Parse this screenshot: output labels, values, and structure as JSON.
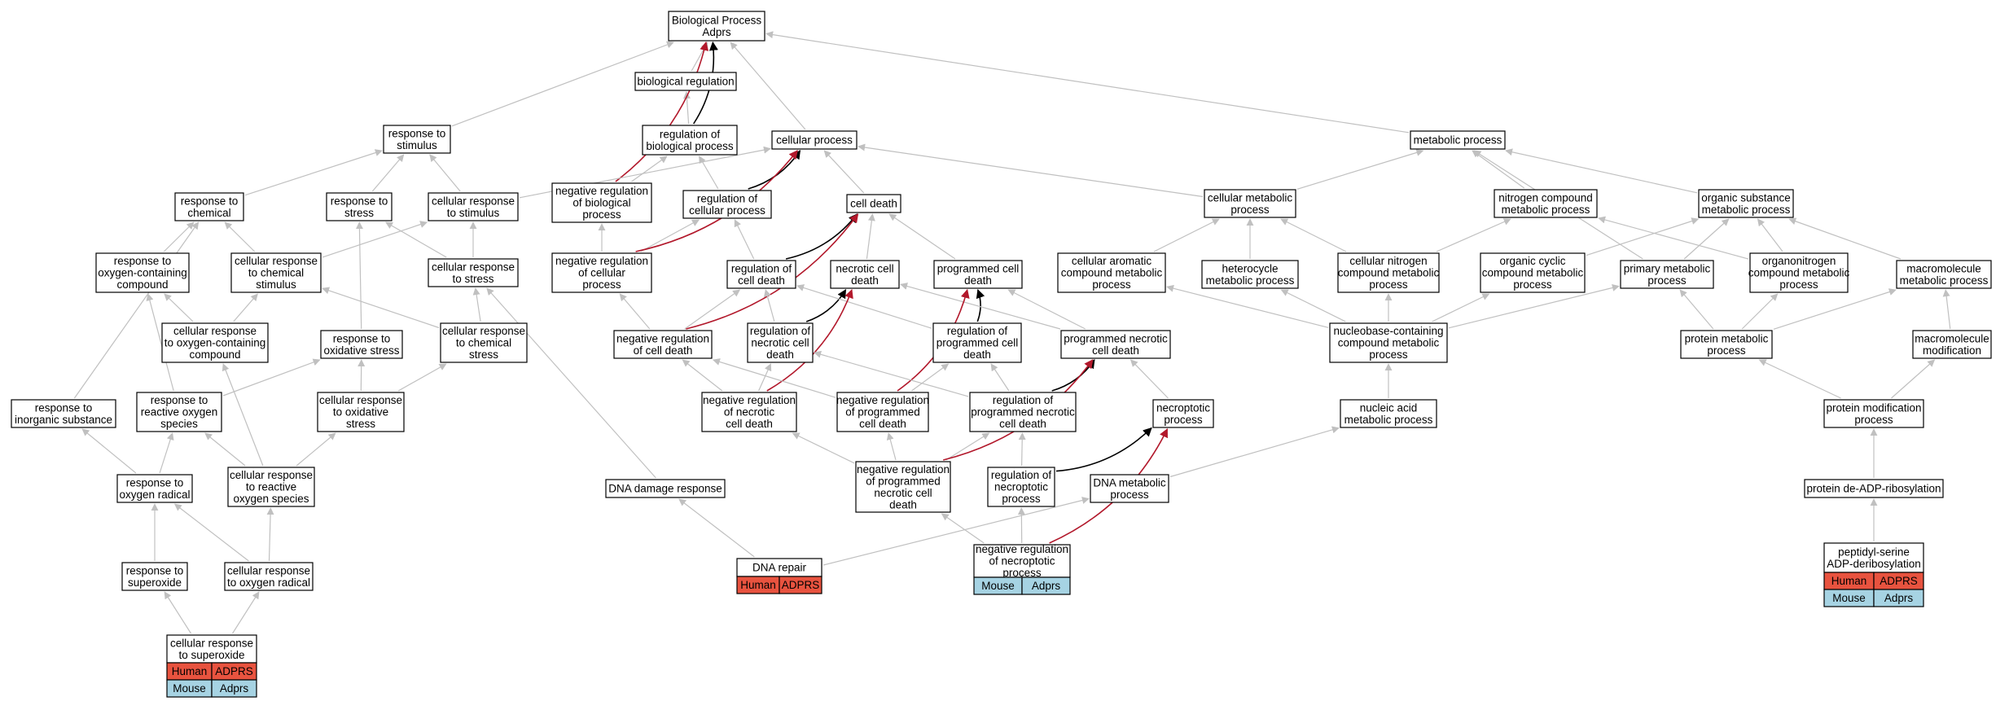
{
  "nodes": {
    "bp": [
      "Biological Process",
      "Adprs"
    ],
    "bio_reg": [
      "biological regulation"
    ],
    "reg_bp": [
      "regulation of",
      "biological process"
    ],
    "cellular_process": [
      "cellular process"
    ],
    "metabolic_process": [
      "metabolic process"
    ],
    "response_stimulus": [
      "response to",
      "stimulus"
    ],
    "response_chemical": [
      "response to",
      "chemical"
    ],
    "response_stress": [
      "response to",
      "stress"
    ],
    "cell_resp_stimulus": [
      "cellular response",
      "to stimulus"
    ],
    "neg_reg_bp": [
      "negative regulation",
      "of biological",
      "process"
    ],
    "reg_cellular_process": [
      "regulation of",
      "cellular process"
    ],
    "cell_death": [
      "cell death"
    ],
    "cellular_metabolic": [
      "cellular metabolic",
      "process"
    ],
    "nitrogen_compound": [
      "nitrogen compound",
      "metabolic process"
    ],
    "organic_substance": [
      "organic substance",
      "metabolic process"
    ],
    "resp_oxygen_compound": [
      "response to",
      "oxygen-containing",
      "compound"
    ],
    "cell_resp_chem_stimulus": [
      "cellular response",
      "to chemical",
      "stimulus"
    ],
    "cell_resp_stress": [
      "cellular response",
      "to stress"
    ],
    "neg_reg_cellular_process": [
      "negative regulation",
      "of cellular",
      "process"
    ],
    "reg_cell_death": [
      "regulation of",
      "cell death"
    ],
    "necrotic_cell_death": [
      "necrotic cell",
      "death"
    ],
    "programmed_cell_death": [
      "programmed cell",
      "death"
    ],
    "cell_aromatic": [
      "cellular aromatic",
      "compound metabolic",
      "process"
    ],
    "heterocycle": [
      "heterocycle",
      "metabolic process"
    ],
    "cell_nitrogen": [
      "cellular nitrogen",
      "compound metabolic",
      "process"
    ],
    "organic_cyclic": [
      "organic cyclic",
      "compound metabolic",
      "process"
    ],
    "primary_metabolic": [
      "primary metabolic",
      "process"
    ],
    "organonitrogen": [
      "organonitrogen",
      "compound metabolic",
      "process"
    ],
    "macromolecule_metabolic": [
      "macromolecule",
      "metabolic process"
    ],
    "cell_resp_oxygen_compound": [
      "cellular response",
      "to oxygen-containing",
      "compound"
    ],
    "resp_oxidative_stress": [
      "response to",
      "oxidative stress"
    ],
    "cell_resp_chem_stress": [
      "cellular response",
      "to chemical",
      "stress"
    ],
    "neg_reg_cell_death": [
      "negative regulation",
      "of cell death"
    ],
    "reg_necrotic_cell_death": [
      "regulation of",
      "necrotic cell",
      "death"
    ],
    "reg_programmed_cell_death": [
      "regulation of",
      "programmed cell",
      "death"
    ],
    "programmed_necrotic": [
      "programmed necrotic",
      "cell death"
    ],
    "nucleobase": [
      "nucleobase-containing",
      "compound metabolic",
      "process"
    ],
    "protein_metabolic": [
      "protein metabolic",
      "process"
    ],
    "macromolecule_mod": [
      "macromolecule",
      "modification"
    ],
    "resp_inorganic": [
      "response to",
      "inorganic substance"
    ],
    "resp_ros": [
      "response to",
      "reactive oxygen",
      "species"
    ],
    "cell_resp_oxidative_stress": [
      "cellular response",
      "to oxidative",
      "stress"
    ],
    "neg_reg_necrotic": [
      "negative regulation",
      "of necrotic",
      "cell death"
    ],
    "neg_reg_programmed": [
      "negative regulation",
      "of programmed",
      "cell death"
    ],
    "reg_programmed_necrotic": [
      "regulation of",
      "programmed necrotic",
      "cell death"
    ],
    "necroptotic": [
      "necroptotic",
      "process"
    ],
    "nucleic_acid": [
      "nucleic acid",
      "metabolic process"
    ],
    "protein_mod": [
      "protein modification",
      "process"
    ],
    "resp_oxygen_radical": [
      "response to",
      "oxygen radical"
    ],
    "cell_resp_ros": [
      "cellular response",
      "to reactive",
      "oxygen species"
    ],
    "dna_damage": [
      "DNA damage response"
    ],
    "neg_reg_prog_necrotic": [
      "negative regulation",
      "of programmed",
      "necrotic cell",
      "death"
    ],
    "reg_necroptotic": [
      "regulation of",
      "necroptotic",
      "process"
    ],
    "dna_metabolic": [
      "DNA metabolic",
      "process"
    ],
    "protein_deadp": [
      "protein de-ADP-ribosylation"
    ],
    "resp_superoxide": [
      "response to",
      "superoxide"
    ],
    "cell_resp_oxygen_radical": [
      "cellular response",
      "to oxygen radical"
    ],
    "dna_repair": [
      "DNA repair"
    ],
    "neg_reg_necroptotic": [
      "negative regulation",
      "of necroptotic",
      "process"
    ],
    "peptidyl_serine": [
      "peptidyl-serine",
      "ADP-deribosylation"
    ],
    "cell_resp_superoxide": [
      "cellular response",
      "to superoxide"
    ]
  },
  "annotations": {
    "dna_repair": [
      [
        "Human",
        "ADPRS"
      ]
    ],
    "neg_reg_necroptotic": [
      [
        "Mouse",
        "Adprs"
      ]
    ],
    "peptidyl_serine": [
      [
        "Human",
        "ADPRS"
      ],
      [
        "Mouse",
        "Adprs"
      ]
    ],
    "cell_resp_superoxide": [
      [
        "Human",
        "ADPRS"
      ],
      [
        "Mouse",
        "Adprs"
      ]
    ]
  },
  "colors": {
    "edge_default": "#c0c0c0",
    "edge_black": "#000000",
    "edge_red": "#b2182b",
    "human_fill": "#e8533f",
    "mouse_fill": "#a6d3e3",
    "node_border": "#000000"
  }
}
